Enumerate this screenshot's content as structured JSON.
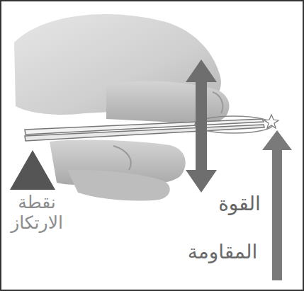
{
  "diagram": {
    "labels": [
      "نقطة الارتكاز",
      "القوة",
      "المقاومة"
    ]
  }
}
